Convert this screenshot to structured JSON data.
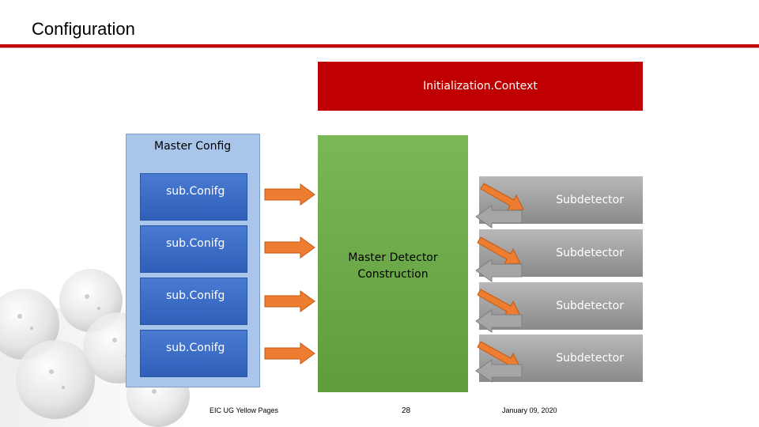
{
  "title": "Configuration",
  "initialization_context": "Initialization.Context",
  "master_config": {
    "label": "Master Config",
    "sub_configs": [
      "sub.Conifg",
      "sub.Conifg",
      "sub.Conifg",
      "sub.Conifg"
    ]
  },
  "master_detector_construction": {
    "line1": "Master Detector",
    "line2": "Construction"
  },
  "subdetectors": [
    "Subdetector",
    "Subdetector",
    "Subdetector",
    "Subdetector"
  ],
  "footer": {
    "left": "EIC UG Yellow Pages",
    "center": "28",
    "right": "January 09, 2020"
  },
  "colors": {
    "accent_red": "#c00000",
    "config_blue": "#a9c6ea",
    "sub_config_blue": "#3a6cc6",
    "construction_green": "#70ad47",
    "subdetector_gray": "#a6a6a6",
    "arrow_orange": "#ed7d31",
    "arrow_gray": "#a6a6a6"
  }
}
